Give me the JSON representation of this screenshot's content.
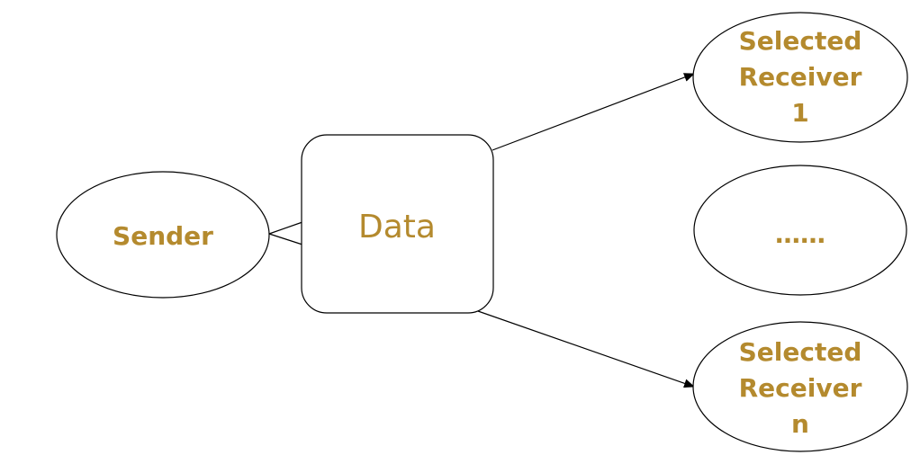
{
  "diagram": {
    "sender_label": "Sender",
    "data_label": "Data",
    "receiver_top_lines": [
      "Selected",
      "Receiver",
      "1"
    ],
    "receiver_middle_label": "……",
    "receiver_bottom_lines": [
      "Selected",
      "Receiver",
      "n"
    ],
    "colors": {
      "label": "#B48A2E",
      "stroke": "#000000",
      "background": "#FFFFFF"
    }
  }
}
